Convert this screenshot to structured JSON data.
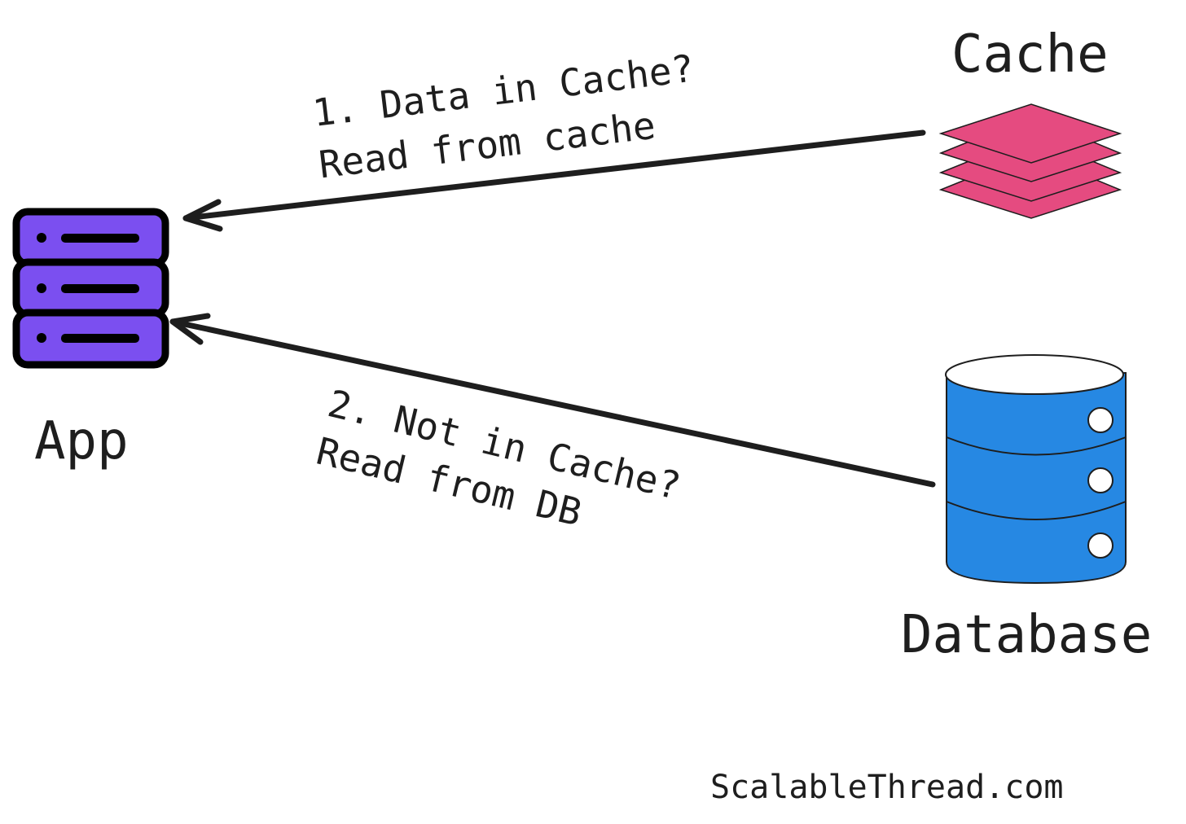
{
  "nodes": {
    "app": {
      "label": "App",
      "icon": "server-icon",
      "color": "#7b4ff0"
    },
    "cache": {
      "label": "Cache",
      "icon": "stacked-layers-icon",
      "color": "#e54b80"
    },
    "database": {
      "label": "Database",
      "icon": "database-cylinder-icon",
      "color": "#2688e3"
    }
  },
  "edges": [
    {
      "from": "cache",
      "to": "app",
      "line1": "1. Data in Cache?",
      "line2": "Read from cache"
    },
    {
      "from": "database",
      "to": "app",
      "line1": "2. Not in Cache?",
      "line2": "Read from DB"
    }
  ],
  "footer": {
    "text": "ScalableThread.com"
  },
  "colors": {
    "ink": "#1e1e1e",
    "app": "#7b4ff0",
    "cache": "#e54b80",
    "database": "#2688e3"
  }
}
